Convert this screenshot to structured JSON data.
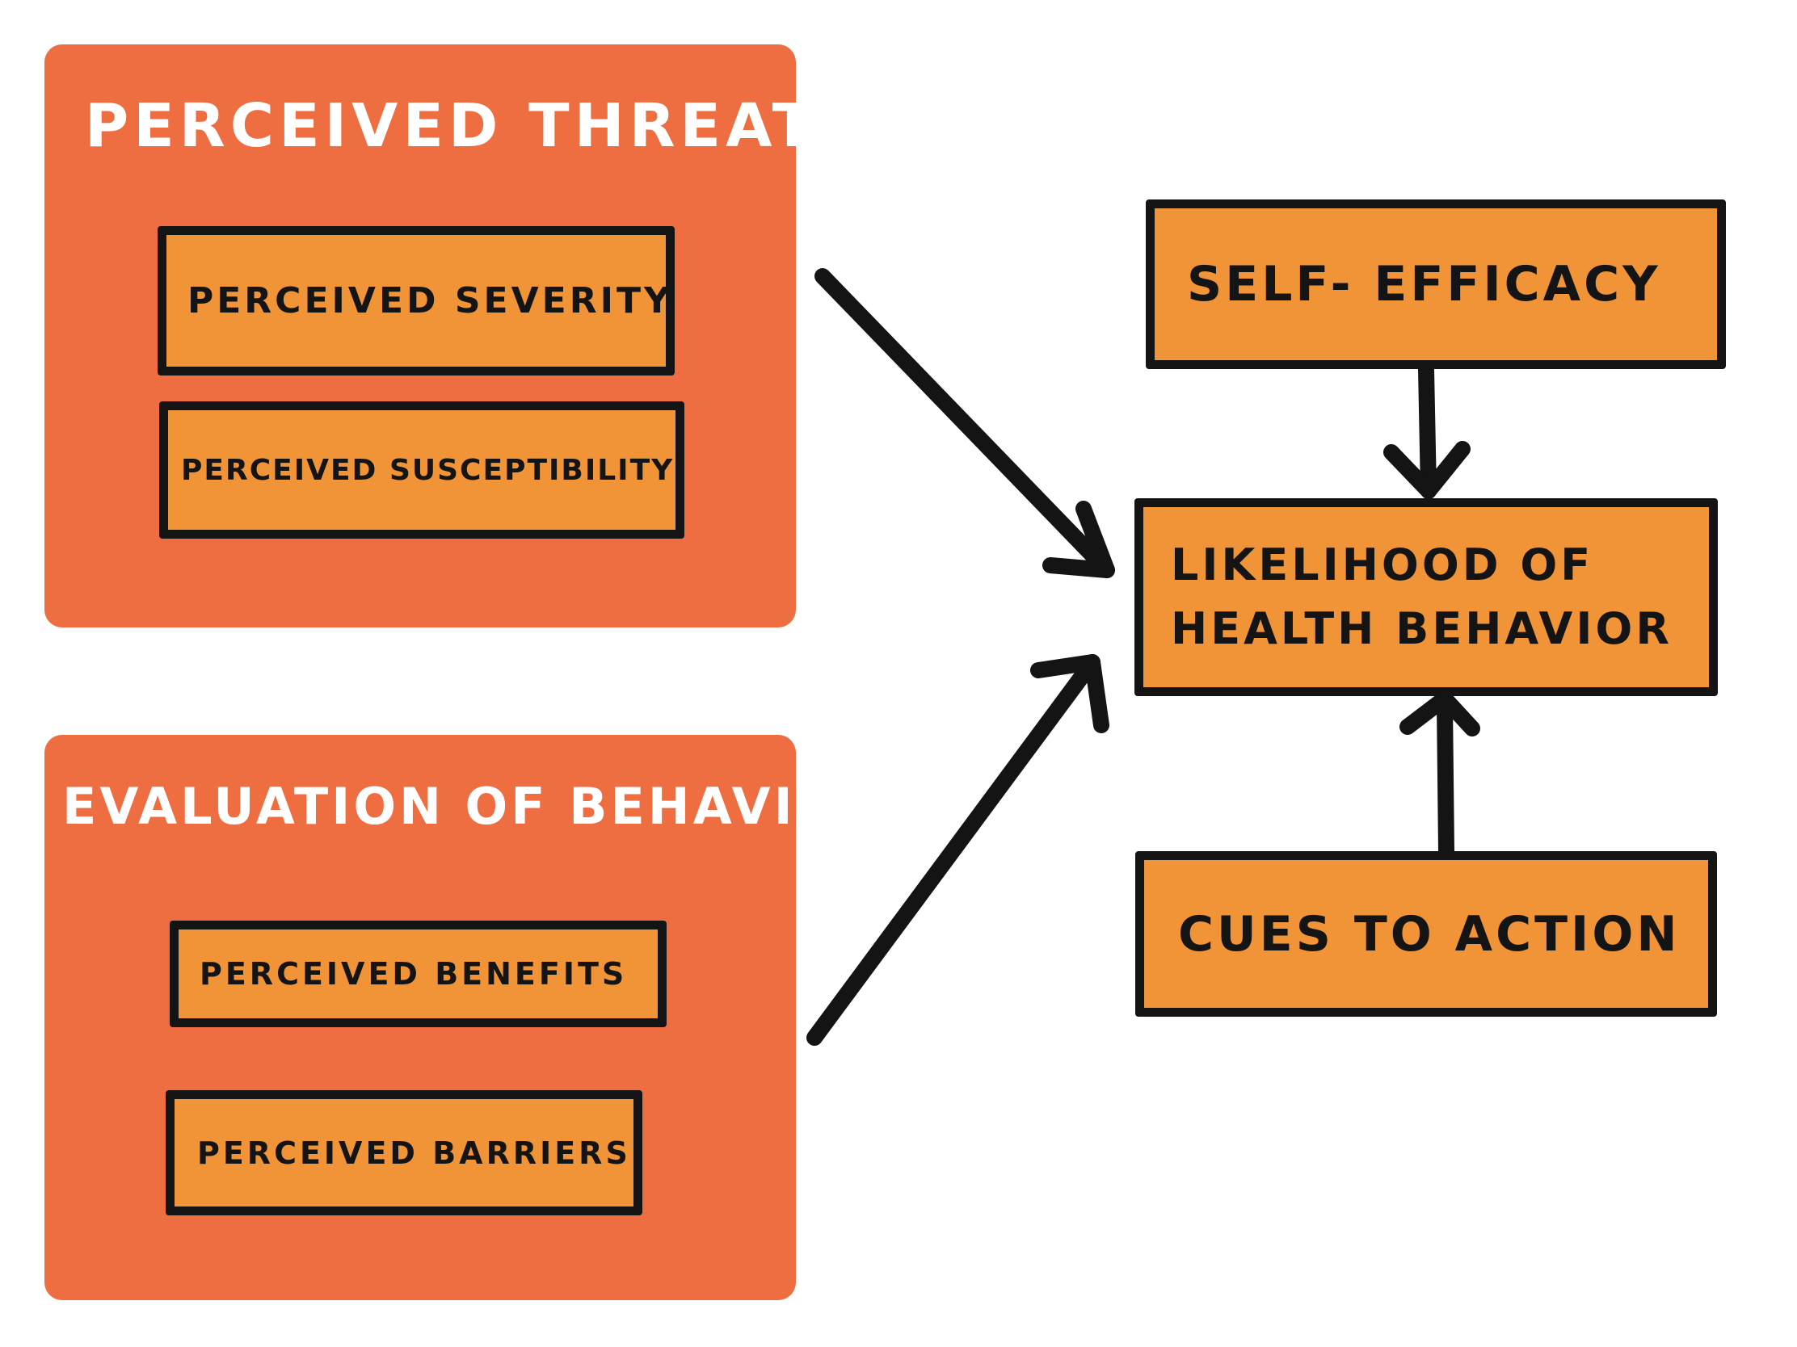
{
  "groups": {
    "perceived_threat": {
      "title": "Perceived Threat",
      "items": [
        "Perceived Severity",
        "Perceived Susceptibility"
      ]
    },
    "evaluation_of_behavior": {
      "title": "Evaluation of Behavior",
      "items": [
        "Perceived Benefits",
        "Perceived Barriers"
      ]
    }
  },
  "boxes": {
    "self_efficacy": "Self- Efficacy",
    "likelihood_line1": "Likelihood of",
    "likelihood_line2": "Health Behavior",
    "cues_to_action": "Cues to Action"
  },
  "colors": {
    "group_fill": "#ee6d41",
    "box_fill": "#f19337",
    "outline": "#141414",
    "title_text": "#ffffff"
  }
}
